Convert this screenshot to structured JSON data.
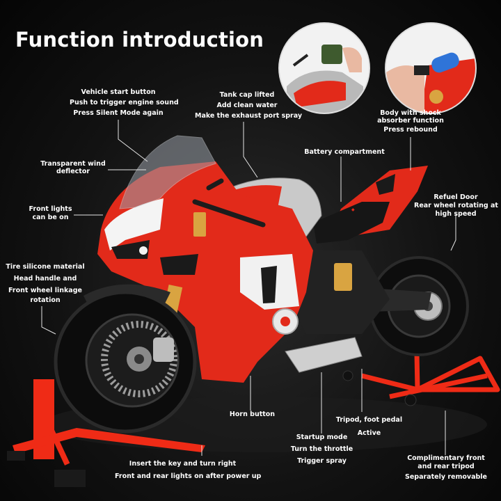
{
  "title": "Function introduction",
  "labels": {
    "vehicle_start": [
      "Vehicle start button",
      "Push to trigger engine sound",
      "Press Silent Mode again"
    ],
    "tank_cap": [
      "Tank cap lifted",
      "Add clean water",
      "Make the exhaust port spray"
    ],
    "shock_absorber": [
      "Body with shock",
      "absorber function",
      "Press rebound"
    ],
    "wind_deflector": [
      "Transparent wind",
      "deflector"
    ],
    "battery": [
      "Battery compartment"
    ],
    "refuel_door": [
      "Refuel Door",
      "Rear wheel rotating at",
      "high speed"
    ],
    "front_lights": [
      "Front lights",
      "can be on"
    ],
    "tire": [
      "Tire silicone material",
      "Head handle and",
      "Front wheel linkage",
      "rotation"
    ],
    "horn": [
      "Horn button"
    ],
    "tripod": [
      "Tripod, foot pedal",
      "Active"
    ],
    "startup": [
      "Startup mode",
      "Turn the throttle",
      "Trigger spray"
    ],
    "complimentary": [
      "Complimentary front",
      "and rear tripod",
      "Separately removable"
    ],
    "key": [
      "Insert the key and turn right",
      "Front and rear lights on after power up"
    ]
  },
  "colors": {
    "body_red": "#e22a1a",
    "stand_red": "#ef2b16",
    "text": "#ffffff",
    "background": "#121212"
  }
}
